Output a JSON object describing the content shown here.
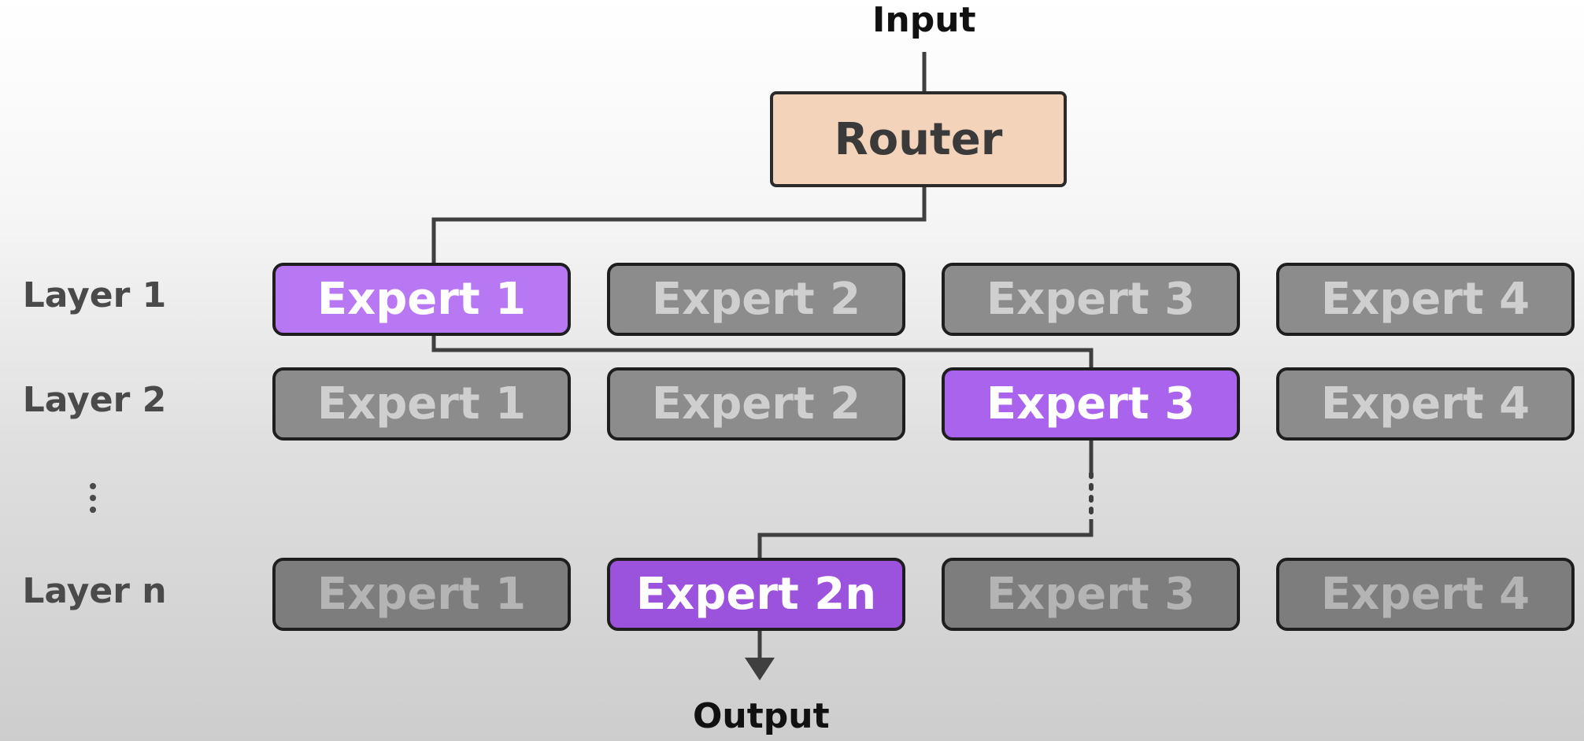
{
  "input_label": "Input",
  "output_label": "Output",
  "router_label": "Router",
  "colors": {
    "router_fill": "#f4d3bb",
    "active_expert": "#a963ec",
    "inactive_expert": "#8c8c8c",
    "connector": "#3f3f3f"
  },
  "layers": [
    {
      "label": "Layer 1",
      "experts": [
        "Expert 1",
        "Expert 2",
        "Expert 3",
        "Expert 4"
      ],
      "active": "Expert 1"
    },
    {
      "label": "Layer 2",
      "experts": [
        "Expert 1",
        "Expert 2",
        "Expert 3",
        "Expert 4"
      ],
      "active": "Expert 3"
    },
    {
      "label": "Layer n",
      "experts": [
        "Expert 1",
        "Expert 2n",
        "Expert 3",
        "Expert 4"
      ],
      "active": "Expert 2n"
    }
  ]
}
